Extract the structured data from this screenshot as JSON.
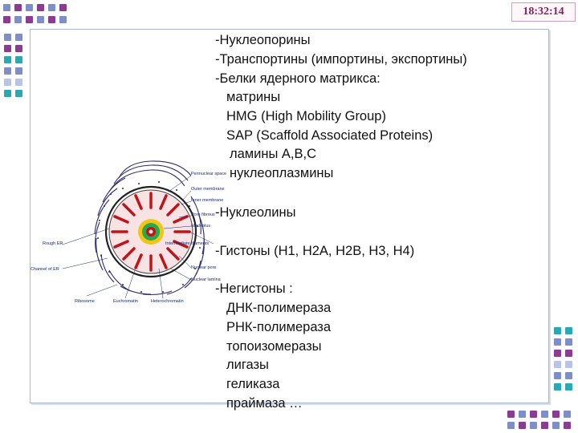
{
  "clock": {
    "time": "18:32:14"
  },
  "diagram": {
    "labels": {
      "perinuclear_space": "Perinuclear space",
      "outer_membrane": "Outer membrane",
      "inner_membrane": "Inner membrane",
      "pore_fibrous": "Pore fibrous",
      "nucleolus": "Nucleolus",
      "intermediate_filaments": "Intermediate filaments",
      "nuclear_pore": "Nuclear pore",
      "nuclear_lamina": "Nuclear lamina",
      "rough_er": "Rough ER",
      "channel_of_er": "Channel of ER",
      "ribosome": "Ribosome",
      "euchromatin": "Euchromatin",
      "heterochromatin": "Heterochromatin"
    }
  },
  "content": {
    "lines": [
      "-Нуклеопорины",
      "-Транспортины (импортины, экспортины)",
      "-Белки ядерного матрикса:",
      "матрины",
      "HMG (High Mobility Group)",
      "SAP (Scaffold Associated Proteins)",
      "ламины А,В,С",
      "нуклеоплазмины",
      "-Нуклеолины",
      "-Гистоны (Н1, Н2А, Н2В, Н3, Н4)",
      "-Негистоны :",
      "ДНК-полимераза",
      "РНК-полимераза",
      "топоизомеразы",
      "лигазы",
      "геликаза",
      "праймаза …"
    ]
  },
  "colors": {
    "square_blue": "#7f8fc6",
    "square_purple": "#8a3c8f",
    "square_teal": "#2aa9b3",
    "square_light": "#b9c3e3"
  }
}
